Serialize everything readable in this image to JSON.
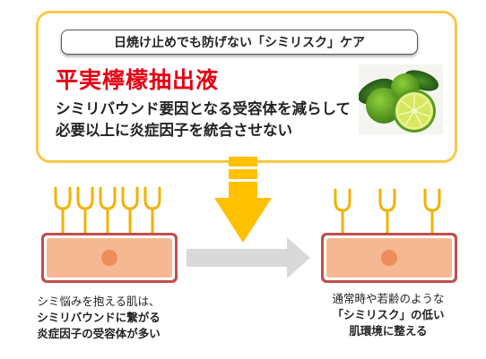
{
  "header": {
    "pill_text": "日焼け止めでも防げない「シミリスク」ケア",
    "title": "平実檸檬抽出液",
    "line1": "シミリバウンド要因となる受容体を減らして",
    "line2": "必要以上に炎症因子を統合させない"
  },
  "left_caption": {
    "line1": "シミ悩みを抱える肌は、",
    "line2": "シミリバウンドに繋がる",
    "line3": "炎症因子の受容体が多い"
  },
  "right_caption": {
    "line1": "通常時や若齢のような",
    "line2": "「シミリスク」の低い",
    "line3": "肌環境に整える"
  },
  "colors": {
    "frame": "#f7c948",
    "title": "#e60012",
    "arrow": "#ffc000",
    "cell_fill": "#f6b892",
    "cell_border": "#c0504d",
    "nucleus": "#f08b5a",
    "receptor": "#f2b200",
    "gray_arrow": "#d9d9d9"
  },
  "icons": {
    "photo": "lemon-photo",
    "receptor": "y-shaped-receptor-icon"
  },
  "receptors": {
    "left_count": 5,
    "right_count": 3
  }
}
